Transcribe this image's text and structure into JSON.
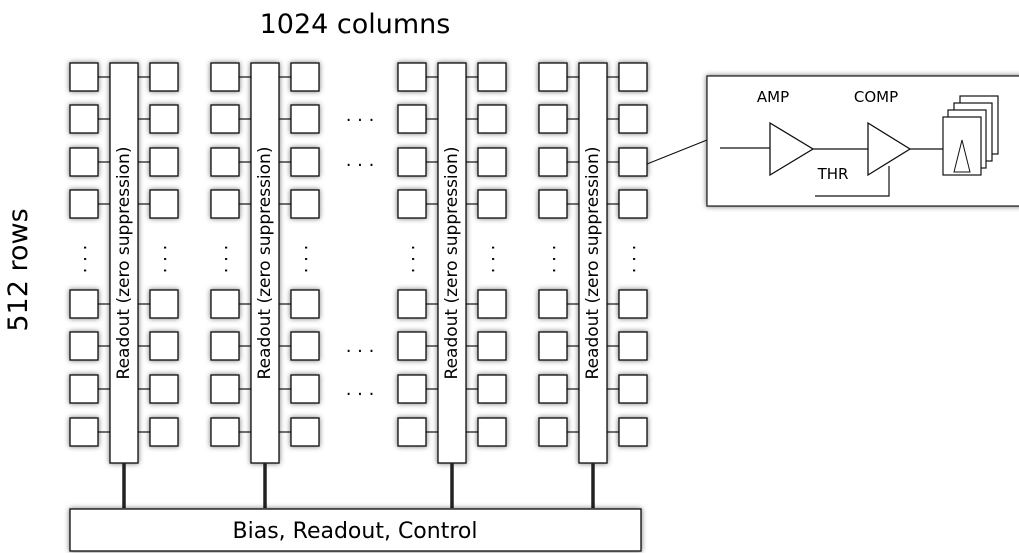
{
  "title": "1024 columns",
  "rows_label": "512 rows",
  "column_label": "Readout (zero suppression)",
  "bus_label": "Bias, Readout, Control",
  "ellipsis_h": "· · ·",
  "ellipsis_v": "· · ·",
  "detail": {
    "amp_label": "AMP",
    "comp_label": "COMP",
    "thr_label": "THR"
  }
}
